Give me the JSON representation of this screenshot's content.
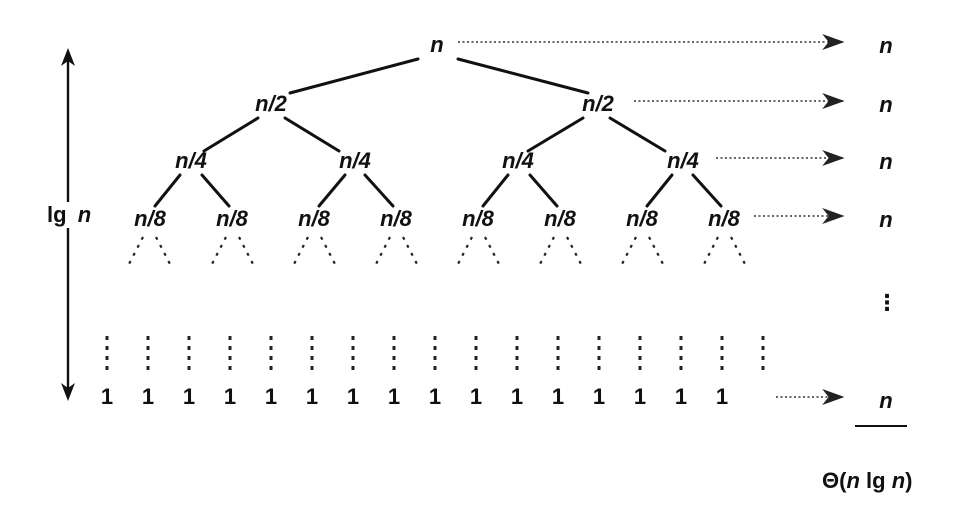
{
  "tree": {
    "root": "n",
    "level1": [
      "n/2",
      "n/2"
    ],
    "level2": [
      "n/4",
      "n/4",
      "n/4",
      "n/4"
    ],
    "level3": [
      "n/8",
      "n/8",
      "n/8",
      "n/8",
      "n/8",
      "n/8",
      "n/8",
      "n/8"
    ],
    "leaves": [
      "1",
      "1",
      "1",
      "1",
      "1",
      "1",
      "1",
      "1",
      "1",
      "1",
      "1",
      "1",
      "1",
      "1",
      "1",
      "1"
    ]
  },
  "height_label": {
    "lg": "lg",
    "n": "n"
  },
  "level_costs": [
    "n",
    "n",
    "n",
    "n",
    "n"
  ],
  "continuation": "⋮",
  "total": {
    "prefix": "Θ(",
    "n1": "n",
    "lg": " lg ",
    "n2": "n",
    "suffix": ")"
  }
}
